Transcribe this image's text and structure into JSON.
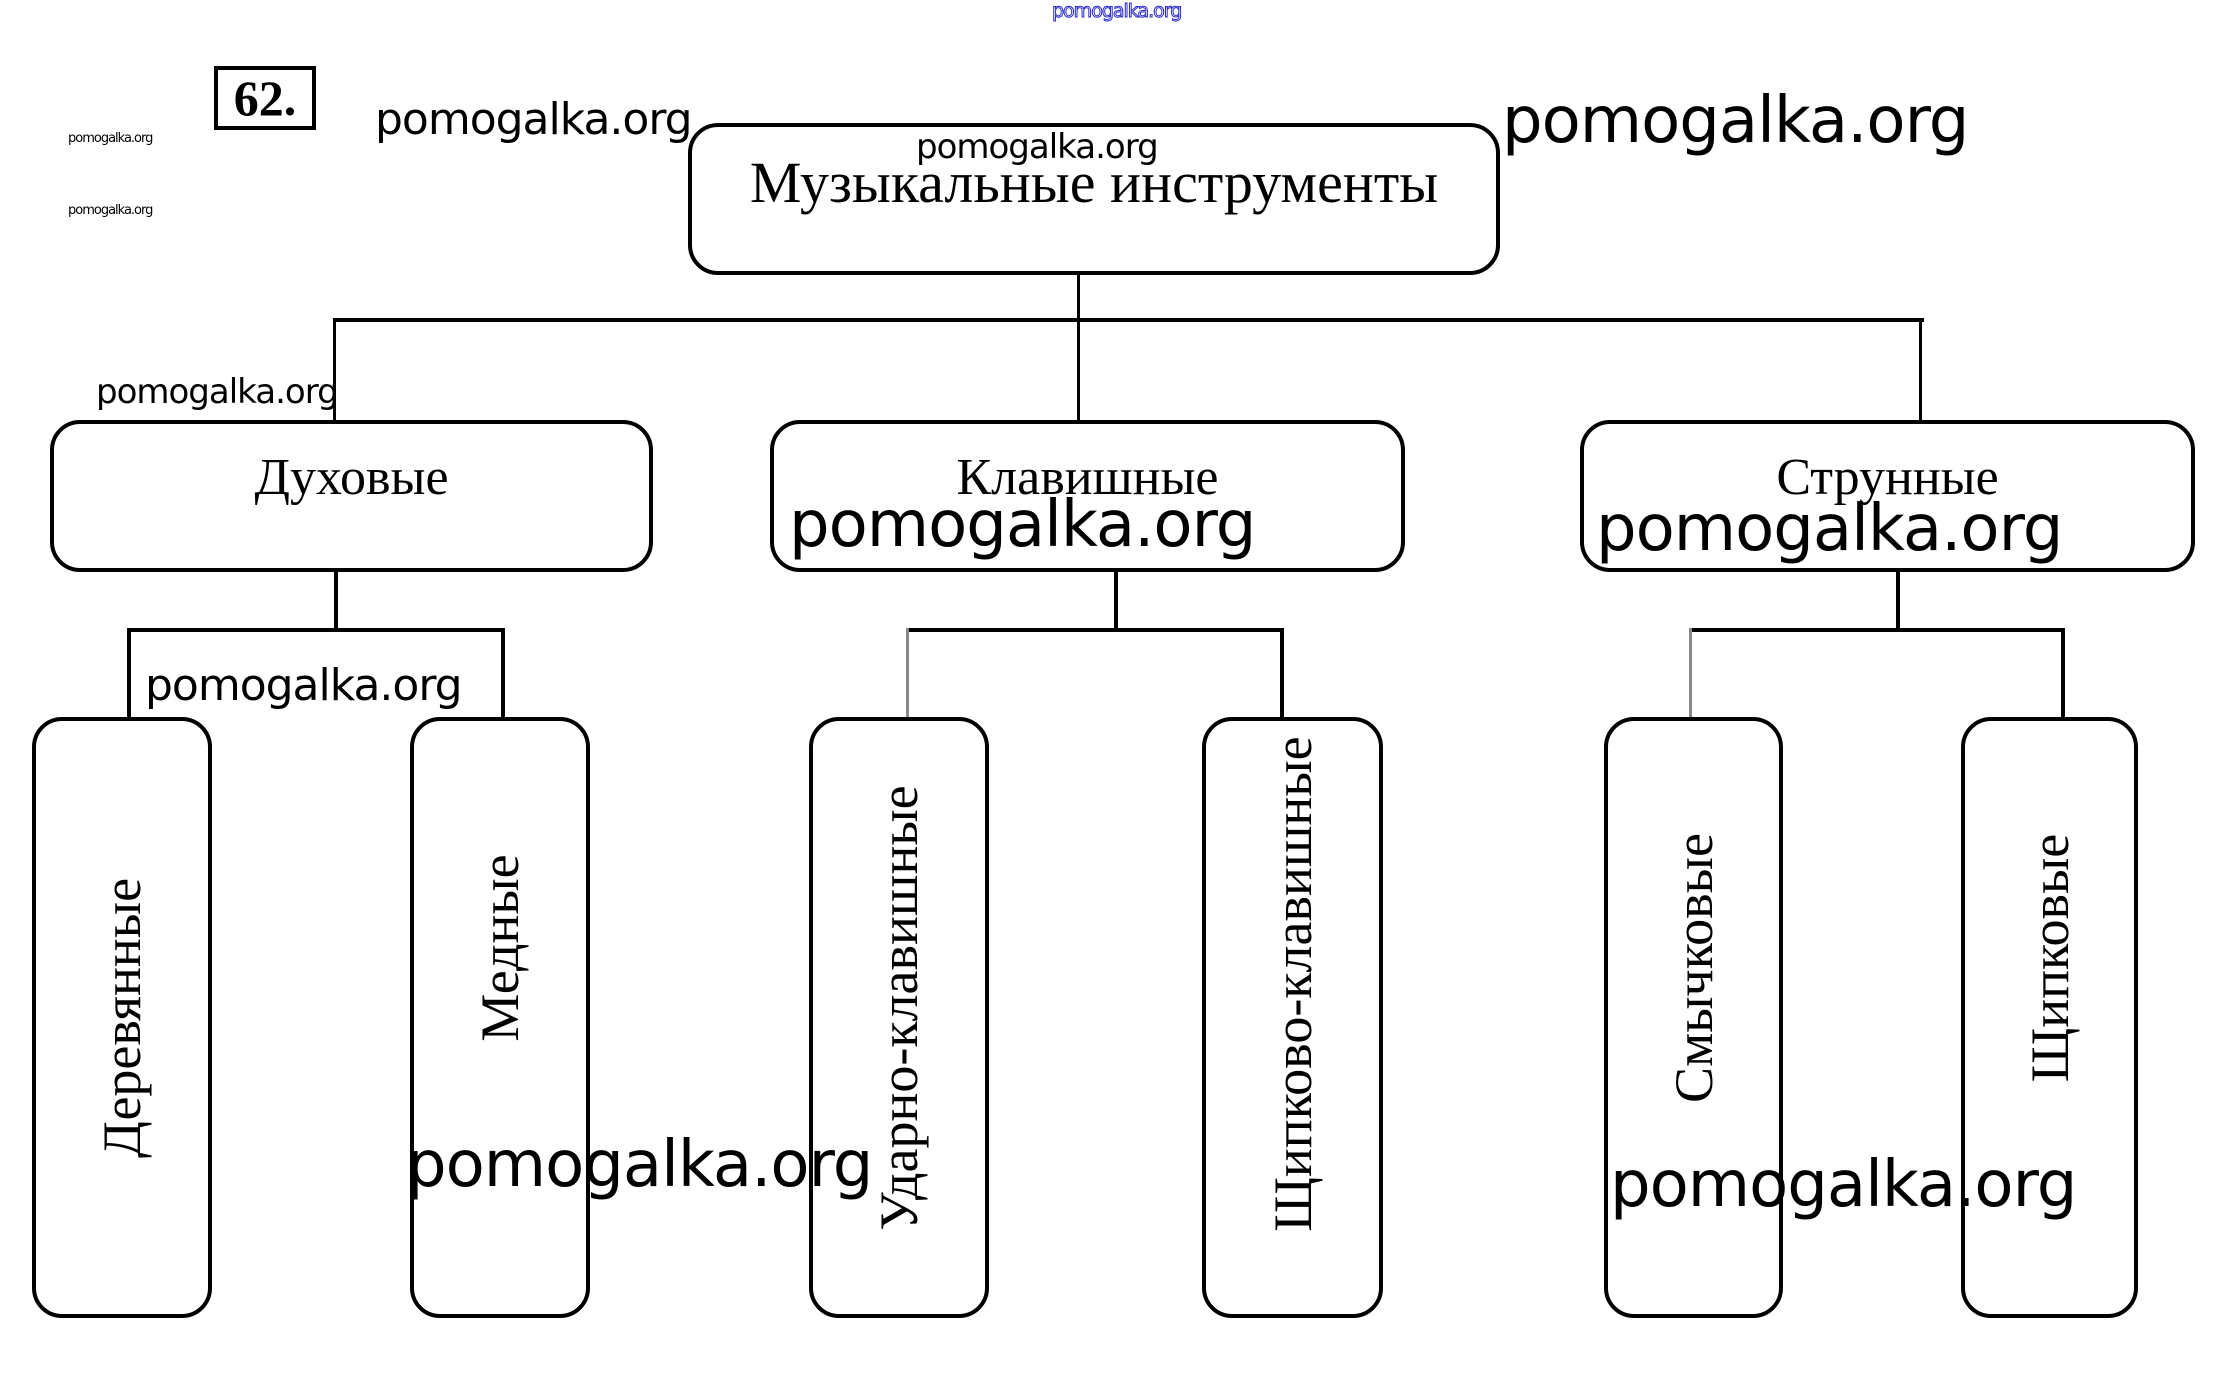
{
  "task": {
    "number": "62."
  },
  "diagram": {
    "root": "Музыкальные инструменты",
    "categories": [
      {
        "label": "Духовые",
        "children": [
          "Деревянные",
          "Медные"
        ]
      },
      {
        "label": "Клавишные",
        "children": [
          "Ударно-клавишные",
          "Щипково-клавишные"
        ]
      },
      {
        "label": "Струнные",
        "children": [
          "Смычковые",
          "Щипковые"
        ]
      }
    ]
  },
  "watermarks": {
    "text": "pomogalka.org",
    "outline_color": "#2222cc"
  }
}
